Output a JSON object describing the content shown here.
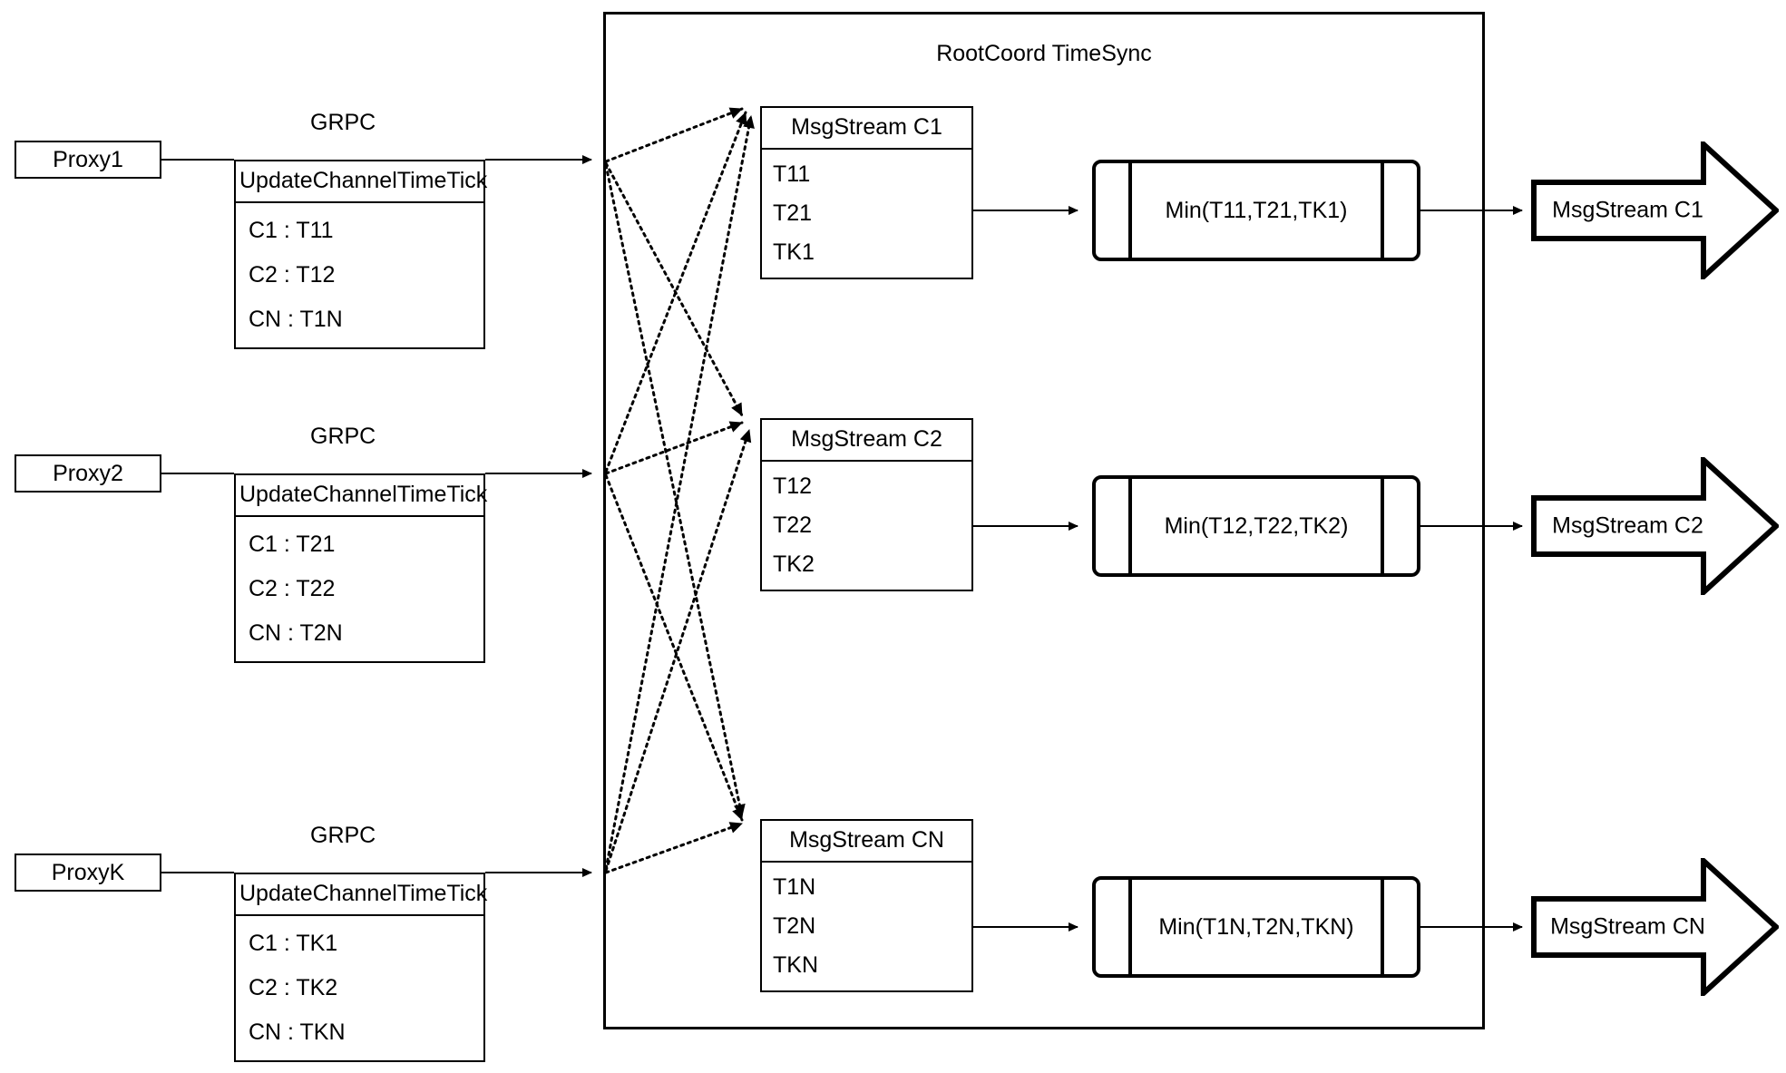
{
  "diagram": {
    "title": "RootCoord TimeSync",
    "container_title": "RootCoord TimeSync"
  },
  "proxies": [
    {
      "name": "Proxy1",
      "link_label": "GRPC",
      "request": {
        "title": "UpdateChannelTimeTick",
        "rows": [
          "C1 :  T11",
          "C2 :  T12",
          "CN : T1N"
        ]
      }
    },
    {
      "name": "Proxy2",
      "link_label": "GRPC",
      "request": {
        "title": "UpdateChannelTimeTick",
        "rows": [
          "C1 :  T21",
          "C2 :  T22",
          "CN : T2N"
        ]
      }
    },
    {
      "name": "ProxyK",
      "link_label": "GRPC",
      "request": {
        "title": "UpdateChannelTimeTick",
        "rows": [
          "C1 :  TK1",
          "C2 :  TK2",
          "CN : TKN"
        ]
      }
    }
  ],
  "channels": [
    {
      "stream": {
        "title": "MsgStream C1",
        "rows": [
          "T11",
          "T21",
          "TK1"
        ]
      },
      "reducer": "Min(T11,T21,TK1)",
      "output": "MsgStream C1"
    },
    {
      "stream": {
        "title": "MsgStream C2",
        "rows": [
          "T12",
          "T22",
          "TK2"
        ]
      },
      "reducer": "Min(T12,T22,TK2)",
      "output": "MsgStream C2"
    },
    {
      "stream": {
        "title": "MsgStream CN",
        "rows": [
          "T1N",
          "T2N",
          "TKN"
        ]
      },
      "reducer": "Min(T1N,T2N,TKN)",
      "output": "MsgStream CN"
    }
  ],
  "colors": {
    "stroke": "#000000",
    "background": "#ffffff"
  }
}
